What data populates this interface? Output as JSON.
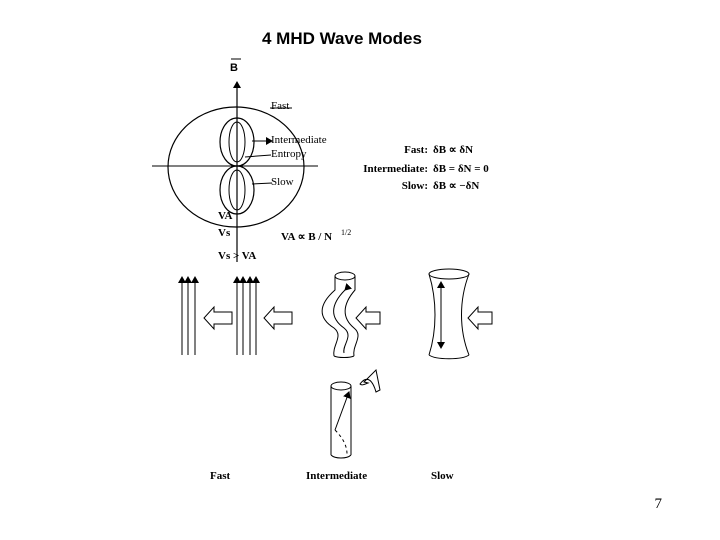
{
  "title": "4 MHD Wave Modes",
  "page_number": "7",
  "polar_diagram": {
    "field_label": "B",
    "curve_labels": {
      "fast": "Fast",
      "intermediate": "Intermediate",
      "entropy": "Entropy",
      "slow": "Slow"
    },
    "speed_labels": {
      "va": "VA",
      "vs": "Vs",
      "inequality": "Vs > VA"
    },
    "proportionality": "VA ∝ B / N",
    "exponent": "1/2"
  },
  "relations": [
    {
      "mode": "Fast:",
      "relation": "δB ∝ δN"
    },
    {
      "mode": "Intermediate:",
      "relation": "δB = δN = 0"
    },
    {
      "mode": "Slow:",
      "relation": "δB ∝ −δN"
    }
  ],
  "captions": {
    "fast": "Fast",
    "intermediate": "Intermediate",
    "slow": "Slow"
  }
}
